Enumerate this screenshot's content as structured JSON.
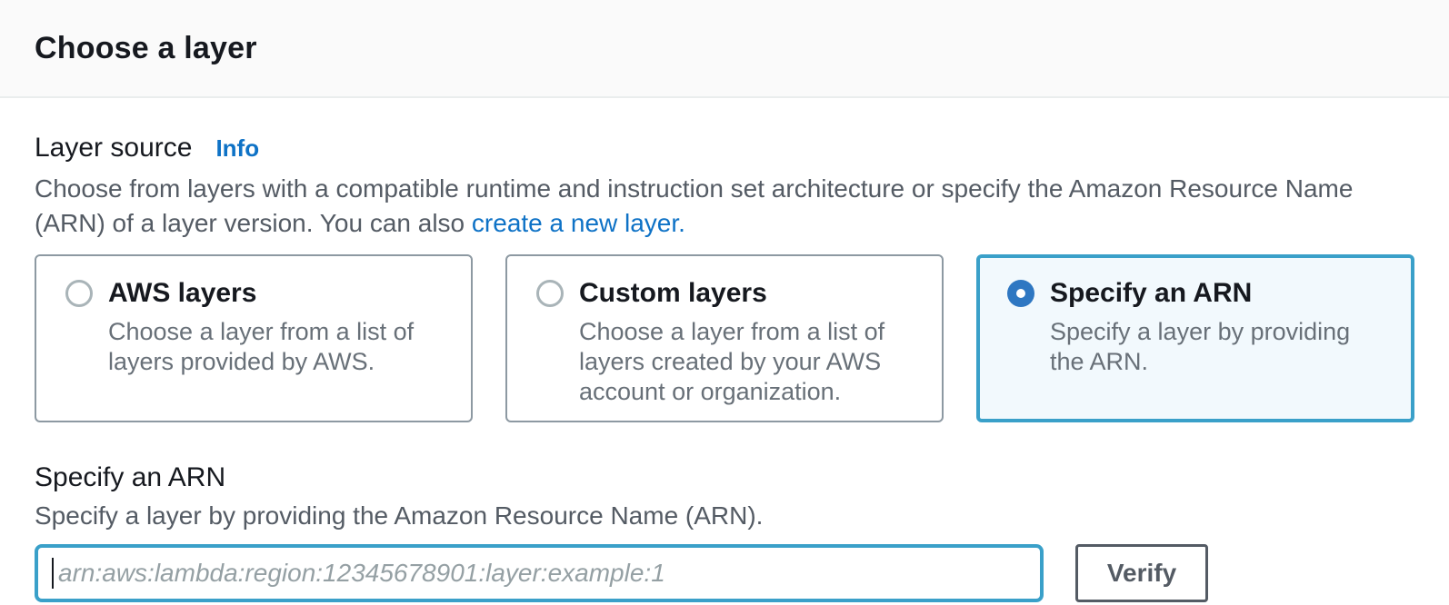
{
  "header": {
    "title": "Choose a layer"
  },
  "layer_source": {
    "label": "Layer source",
    "info_link_label": "Info",
    "description_text": "Choose from layers with a compatible runtime and instruction set architecture or specify the Amazon Resource Name (ARN) of a layer version. You can also ",
    "create_link_label": "create a new layer.",
    "options": [
      {
        "title": "AWS layers",
        "description": "Choose a layer from a list of layers provided by AWS.",
        "selected": false
      },
      {
        "title": "Custom layers",
        "description": "Choose a layer from a list of layers created by your AWS account or organization.",
        "selected": false
      },
      {
        "title": "Specify an ARN",
        "description": "Specify a layer by providing the ARN.",
        "selected": true
      }
    ]
  },
  "arn_section": {
    "title": "Specify an ARN",
    "description": "Specify a layer by providing the Amazon Resource Name (ARN).",
    "input_value": "",
    "input_placeholder": "arn:aws:lambda:region:12345678901:layer:example:1",
    "verify_button_label": "Verify"
  },
  "colors": {
    "link_blue": "#0E72C6",
    "radio_selected_blue": "#2E77C2",
    "selected_border_teal": "#3AA0C9",
    "selected_card_bg": "#F2F9FD",
    "heading_text": "#16191F",
    "body_text": "#545B64",
    "card_desc_text": "#687078",
    "card_border": "#8D99A2",
    "divider": "#EAEDED",
    "header_bg": "#FAFAFA",
    "placeholder_text": "#95A0A4"
  }
}
